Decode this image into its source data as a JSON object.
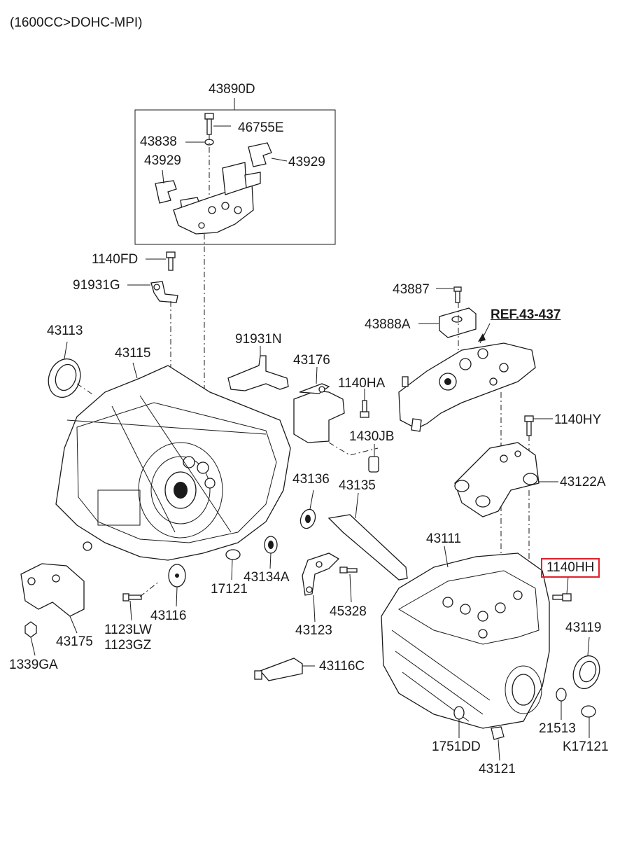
{
  "header": "(1600CC>DOHC-MPI)",
  "labels": {
    "l43890D": "43890D",
    "l46755E": "46755E",
    "l43838": "43838",
    "l43929a": "43929",
    "l43929b": "43929",
    "l1140FD": "1140FD",
    "l91931G": "91931G",
    "l43887": "43887",
    "l43888A": "43888A",
    "lREF": "REF.43-437",
    "l43113": "43113",
    "l43115": "43115",
    "l91931N": "91931N",
    "l43176": "43176",
    "l1140HA": "1140HA",
    "l1140HY": "1140HY",
    "l1430JB": "1430JB",
    "l43122A": "43122A",
    "l43136": "43136",
    "l43135": "43135",
    "l43111": "43111",
    "l1140HH": "1140HH",
    "l17121": "17121",
    "l43134A": "43134A",
    "l43116": "43116",
    "l45328": "45328",
    "l43123": "43123",
    "l1123LW": "1123LW",
    "l1123GZ": "1123GZ",
    "l43175": "43175",
    "l43119": "43119",
    "l1339GA": "1339GA",
    "l43116C": "43116C",
    "l21513": "21513",
    "l1751DD": "1751DD",
    "l43121": "43121",
    "lK17121": "K17121"
  },
  "highlight": {
    "part": "1140HH",
    "color": "#e0202a"
  }
}
